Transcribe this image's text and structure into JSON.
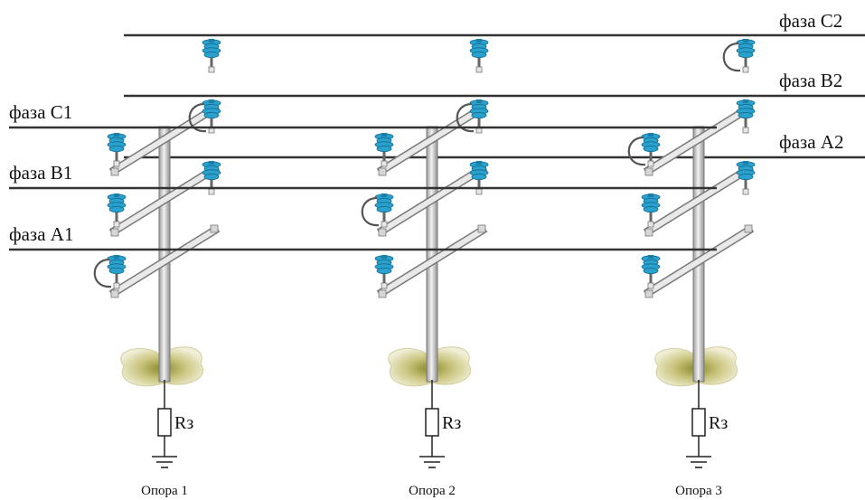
{
  "phases": {
    "c2": "фаза С2",
    "b2": "фаза В2",
    "a2": "фаза А2",
    "c1": "фаза С1",
    "b1": "фаза В1",
    "a1": "фаза А1"
  },
  "supports": [
    {
      "label": "Опора 1",
      "resistor": "Rз"
    },
    {
      "label": "Опора 2",
      "resistor": "Rз"
    },
    {
      "label": "Опора 3",
      "resistor": "Rз"
    }
  ],
  "colors": {
    "wire": "#333333",
    "pole": "#c8c8c8",
    "insulator": "#2aa0cc",
    "ground": "#d8d29a"
  }
}
